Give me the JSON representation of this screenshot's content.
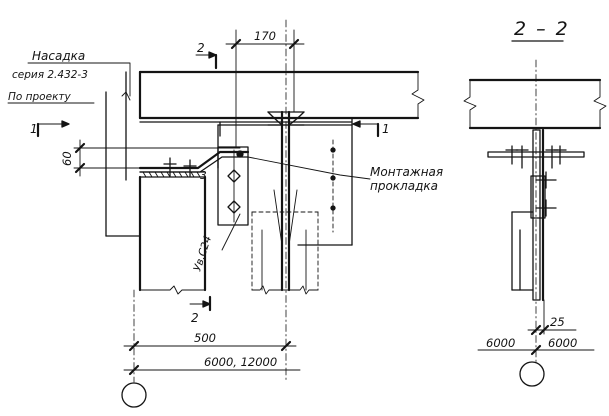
{
  "labels": {
    "nasadka": "Насадка",
    "seriya": "серия 2.432-3",
    "po_proektu": "По проекту",
    "montazhnaya_1": "Монтажная",
    "montazhnaya_2": "прокладка",
    "ugol": "Ув.С24",
    "weld_mark": "3",
    "section_title": "2 – 2"
  },
  "section_marks": {
    "cut_1": "1",
    "cut_2": "2"
  },
  "dimensions": {
    "top_width": "170",
    "height_60": "60",
    "dim_500": "500",
    "dim_span": "6000, 12000",
    "dim_25": "25",
    "dim_left": "6000",
    "dim_right": "6000"
  },
  "colors": {
    "ink": "#141414",
    "paper": "#ffffff"
  }
}
